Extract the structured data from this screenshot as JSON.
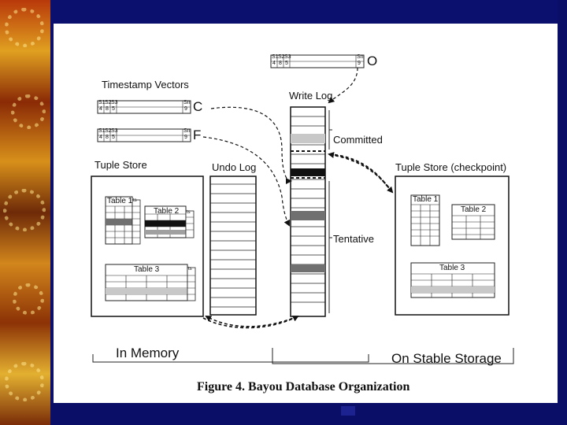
{
  "diagram": {
    "timestamp_vectors_label": "Timestamp Vectors",
    "vector_cells": [
      "S1",
      "S2",
      "S3",
      "Sn"
    ],
    "vector_values": [
      "4",
      "8",
      "5",
      "9"
    ],
    "vector_labels": {
      "o": "O",
      "c": "C",
      "f": "F"
    },
    "write_log_label": "Write Log",
    "committed_label": "Committed",
    "tentative_label": "Tentative",
    "tuple_store_label": "Tuple Store",
    "undo_log_label": "Undo Log",
    "checkpoint_label": "Tuple Store (checkpoint)",
    "tables": {
      "t1": "Table 1",
      "t2": "Table 2",
      "t3": "Table 3"
    },
    "mini_ts": "ts",
    "in_memory_label": "In Memory",
    "stable_storage_label": "On Stable Storage",
    "caption": "Figure 4.  Bayou Database Organization"
  }
}
